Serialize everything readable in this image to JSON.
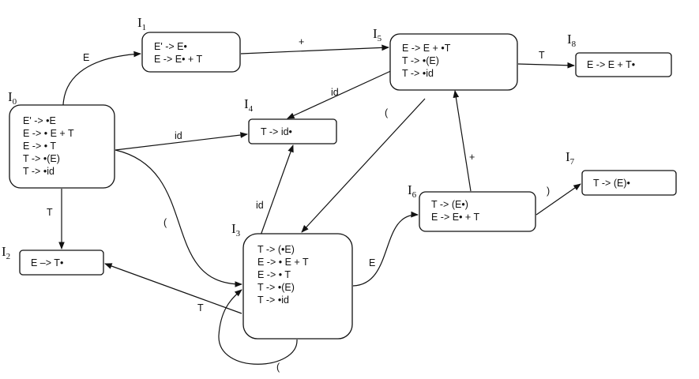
{
  "states": [
    {
      "id": "I0",
      "name": "I",
      "sub": "0",
      "items": [
        "E' -> •E",
        "E -> • E + T",
        "E -> • T",
        "T -> •(E)",
        "T -> •id"
      ]
    },
    {
      "id": "I1",
      "name": "I",
      "sub": "1",
      "items": [
        "E' -> E•",
        "E -> E• + T"
      ]
    },
    {
      "id": "I2",
      "name": "I",
      "sub": "2",
      "items": [
        "E –> T•"
      ]
    },
    {
      "id": "I3",
      "name": "I",
      "sub": "3",
      "items": [
        "T -> (•E)",
        "E -> • E + T",
        "E -> • T",
        "T -> •(E)",
        "T -> •id"
      ]
    },
    {
      "id": "I4",
      "name": "I",
      "sub": "4",
      "items": [
        "T -> id•"
      ]
    },
    {
      "id": "I5",
      "name": "I",
      "sub": "5",
      "items": [
        "E -> E + •T",
        "T -> •(E)",
        "T -> •id"
      ]
    },
    {
      "id": "I6",
      "name": "I",
      "sub": "6",
      "items": [
        "T -> (E•)",
        "E -> E• + T"
      ]
    },
    {
      "id": "I7",
      "name": "I",
      "sub": "7",
      "items": [
        "T -> (E)•"
      ]
    },
    {
      "id": "I8",
      "name": "I",
      "sub": "8",
      "items": [
        "E -> E + T•"
      ]
    }
  ],
  "transitions": [
    {
      "id": "e0",
      "from": "I0",
      "to": "I1",
      "label": "E"
    },
    {
      "id": "e1",
      "from": "I0",
      "to": "I4",
      "label": "id"
    },
    {
      "id": "e2",
      "from": "I0",
      "to": "I2",
      "label": "T"
    },
    {
      "id": "e3",
      "from": "I0",
      "to": "I3",
      "label": "("
    },
    {
      "id": "e4",
      "from": "I1",
      "to": "I5",
      "label": "+"
    },
    {
      "id": "e5",
      "from": "I5",
      "to": "I8",
      "label": "T"
    },
    {
      "id": "e6",
      "from": "I5",
      "to": "I4",
      "label": "id"
    },
    {
      "id": "e7",
      "from": "I5",
      "to": "I3",
      "label": "("
    },
    {
      "id": "e8",
      "from": "I3",
      "to": "I4",
      "label": "id"
    },
    {
      "id": "e9",
      "from": "I3",
      "to": "I2",
      "label": "T"
    },
    {
      "id": "e10",
      "from": "I3",
      "to": "I6",
      "label": "E"
    },
    {
      "id": "e11",
      "from": "I3",
      "to": "I3",
      "label": "("
    },
    {
      "id": "e12",
      "from": "I6",
      "to": "I5",
      "label": "+"
    },
    {
      "id": "e13",
      "from": "I6",
      "to": "I7",
      "label": ")"
    }
  ]
}
